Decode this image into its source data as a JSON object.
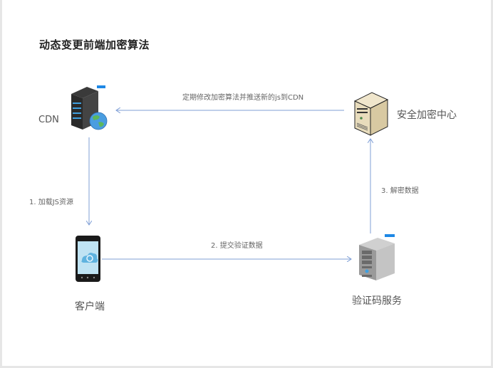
{
  "title": "动态变更前端加密算法",
  "nodes": {
    "cdn": {
      "label": "CDN",
      "icon": "server-globe-icon"
    },
    "security_center": {
      "label": "安全加密中心",
      "icon": "beige-server-icon"
    },
    "client": {
      "label": "客户端",
      "icon": "smartphone-icon"
    },
    "captcha_service": {
      "label": "验证码服务",
      "icon": "gray-server-icon"
    }
  },
  "edges": {
    "push": {
      "label": "定期修改加密算法并推送新的js到CDN",
      "from": "安全加密中心",
      "to": "CDN"
    },
    "load": {
      "label": "1. 加载JS资源",
      "from": "CDN",
      "to": "客户端"
    },
    "submit": {
      "label": "2. 提交验证数据",
      "from": "客户端",
      "to": "验证码服务"
    },
    "decrypt": {
      "label": "3. 解密数据",
      "from": "验证码服务",
      "to": "安全加密中心"
    }
  },
  "colors": {
    "arrow": "#7f9fd6",
    "accent_tag": "#1e88e5"
  }
}
